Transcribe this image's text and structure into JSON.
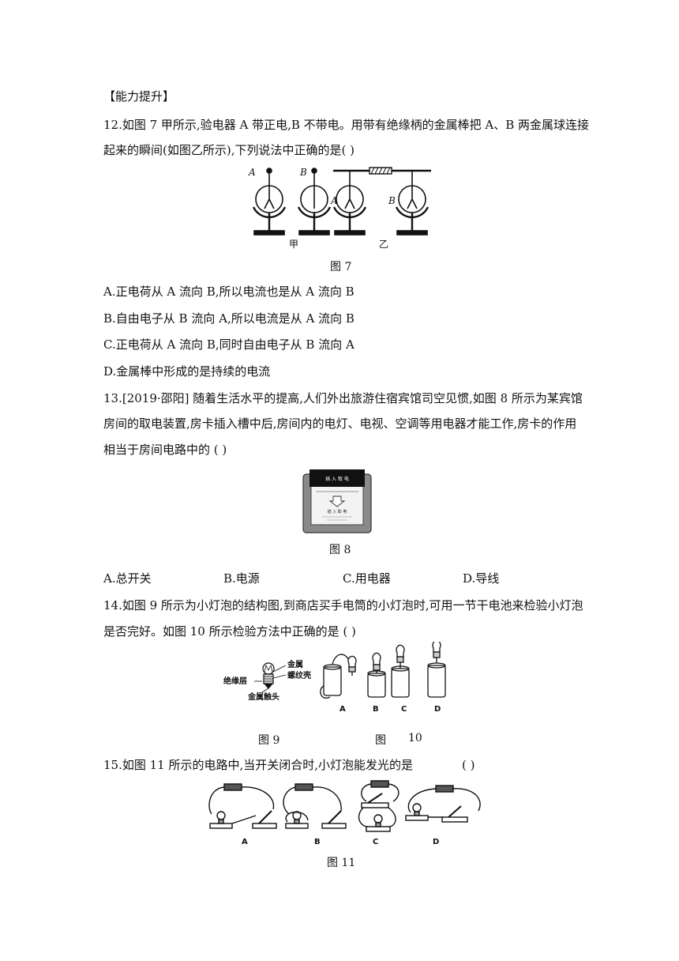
{
  "section_heading": "【能力提升】",
  "q12": {
    "line1": "12.如图 7 甲所示,验电器 A 带正电,B 不带电。用带有绝缘柄的金属棒把 A、B 两金属球连接",
    "line2": "起来的瞬间(如图乙所示),下列说法中正确的是(        )",
    "figure": {
      "labels": [
        "A",
        "B",
        "A",
        "B",
        "甲",
        "乙"
      ],
      "caption": "图 7"
    },
    "options": [
      "A.正电荷从 A 流向 B,所以电流也是从 A 流向 B",
      "B.自由电子从 B 流向 A,所以电流是从 A 流向 B",
      "C.正电荷从 A 流向 B,同时自由电子从 B 流向 A",
      "D.金属棒中形成的是持续的电流"
    ]
  },
  "q13": {
    "line1": "13.[2019·邵阳]  随着生活水平的提高,人们外出旅游住宿宾馆司空见惯,如图 8 所示为某宾馆",
    "line2": "房间的取电装置,房卡插入槽中后,房间内的电灯、电视、空调等用电器才能工作,房卡的作用",
    "line3": "相当于房间电路中的    (        )",
    "figure": {
      "card_text": "插 入 取 电",
      "slot_text": "插 入 取 电",
      "caption": "图 8"
    },
    "options": [
      "A.总开关",
      "B.电源",
      "C.用电器",
      "D.导线"
    ]
  },
  "q14": {
    "line1": "14.如图 9 所示为小灯泡的结构图,到商店买手电筒的小灯泡时,可用一节干电池来检验小灯泡",
    "line2": "是否完好。如图 10 所示检验方法中正确的是  (        )",
    "figure9": {
      "labels": [
        "金属",
        "螺纹壳",
        "绝缘层",
        "金属触头"
      ],
      "caption": "图 9"
    },
    "figure10": {
      "labels": [
        "A",
        "B",
        "C",
        "D"
      ],
      "caption_left": "图",
      "caption_right": "10"
    }
  },
  "q15": {
    "line1": "15.如图 11 所示的电路中,当开关闭合时,小灯泡能发光的是",
    "bracket": "(        )",
    "figure": {
      "labels": [
        "A",
        "B",
        "C",
        "D"
      ],
      "caption": "图 11"
    }
  }
}
